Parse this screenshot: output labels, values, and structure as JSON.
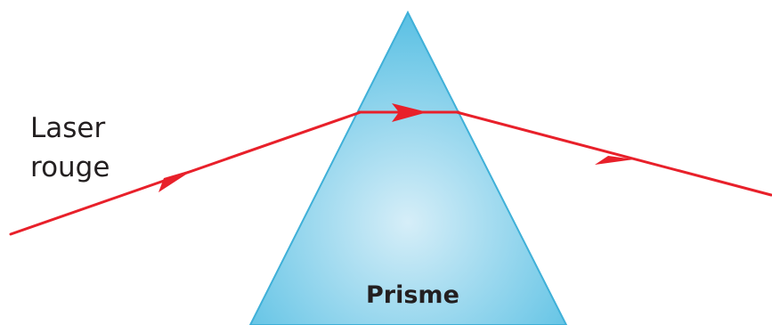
{
  "labels": {
    "laser_line1": "Laser",
    "laser_line2": "rouge",
    "prism": "Prisme"
  },
  "colors": {
    "beam": "#e8202a",
    "prism_center": "#d6eef8",
    "prism_edge": "#5cc1e4",
    "text": "#231f20"
  }
}
